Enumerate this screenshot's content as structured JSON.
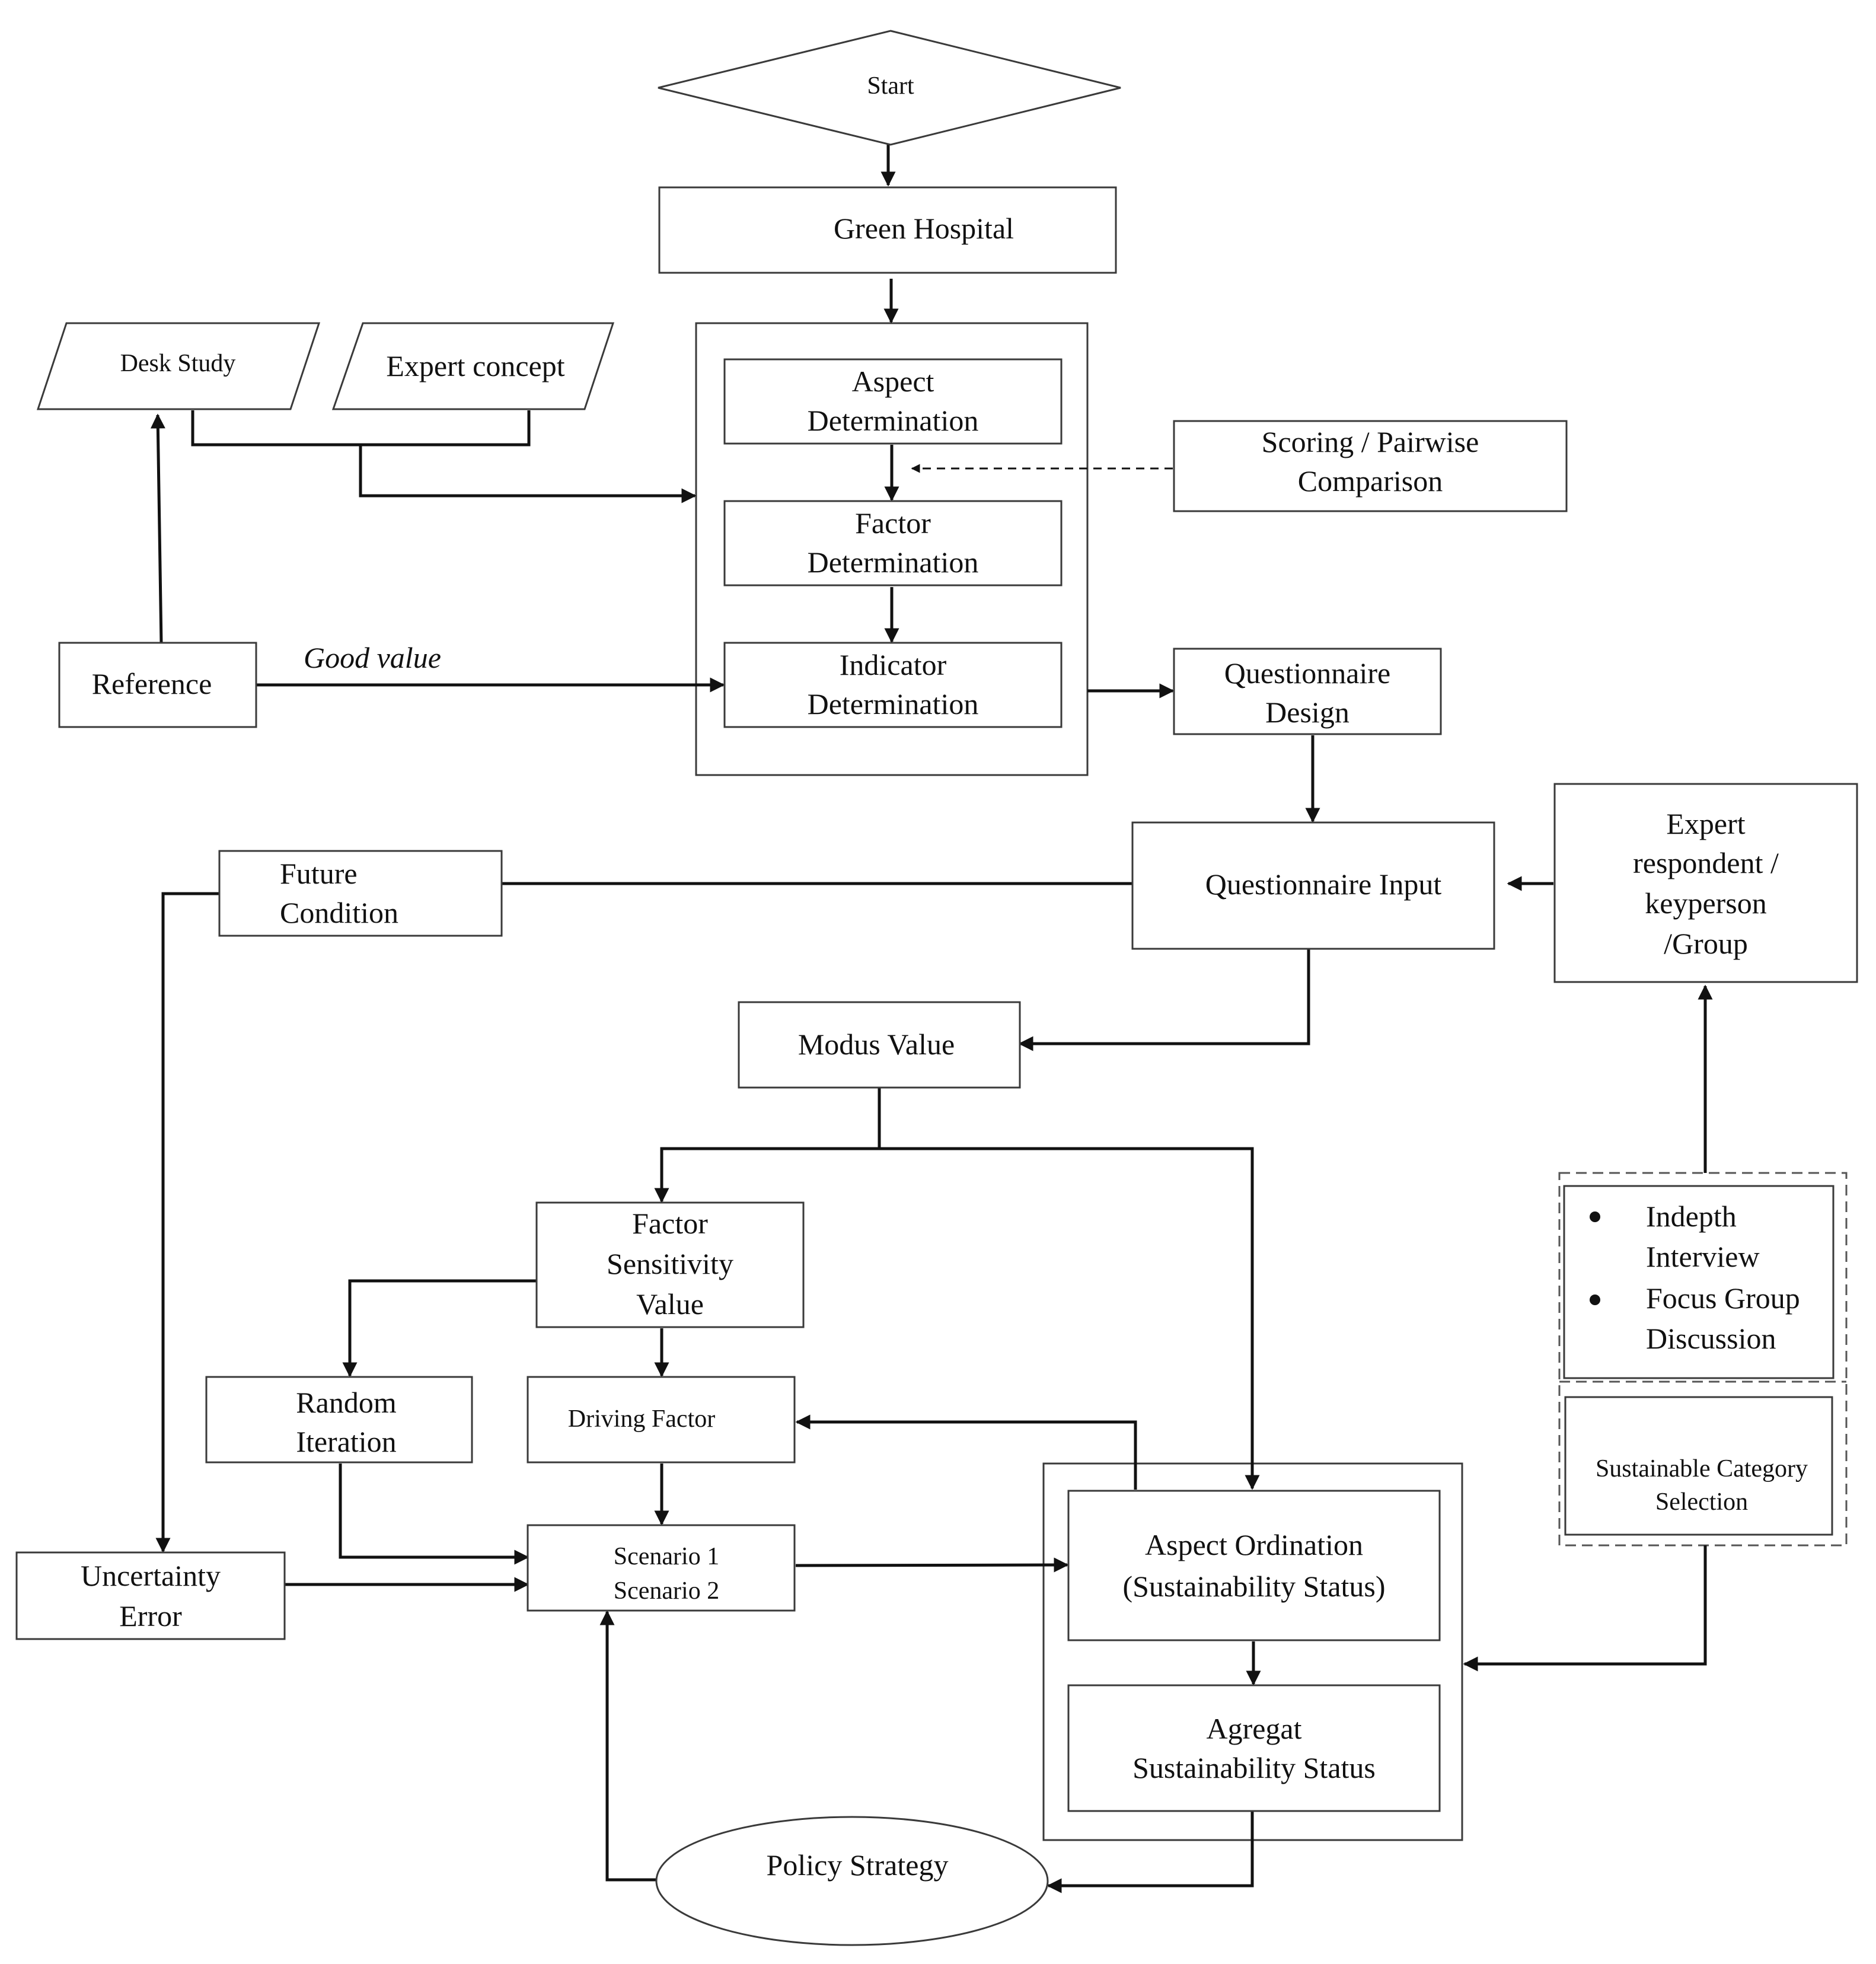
{
  "nodes": {
    "start": "Start",
    "green_hospital": "Green Hospital",
    "desk_study": "Desk Study",
    "expert_concept": "Expert concept",
    "aspect_det": [
      "Aspect",
      "Determination"
    ],
    "factor_det": [
      "Factor",
      "Determination"
    ],
    "indicator_det": [
      "Indicator",
      "Determination"
    ],
    "scoring": [
      "Scoring / Pairwise",
      "Comparison"
    ],
    "reference": "Reference",
    "questionnaire_design": [
      "Questionnaire",
      "Design"
    ],
    "questionnaire_input": "Questionnaire Input",
    "expert_respondent": [
      "Expert",
      "respondent /",
      "keyperson",
      "/Group"
    ],
    "future_condition": [
      "Future",
      "Condition"
    ],
    "modus_value": "Modus Value",
    "factor_sensitivity": [
      "Factor",
      "Sensitivity",
      "Value"
    ],
    "random_iteration": [
      "Random",
      "Iteration"
    ],
    "driving_factor": "Driving Factor",
    "scenarios": [
      "Scenario 1",
      "Scenario 2"
    ],
    "uncertainty_error": [
      "Uncertainty",
      "Error"
    ],
    "aspect_ordination": [
      "Aspect Ordination",
      "(Sustainability Status)"
    ],
    "agregat": [
      "Agregat",
      "Sustainability Status"
    ],
    "policy_strategy": "Policy Strategy",
    "methods": [
      "Indepth",
      "Interview",
      "Focus Group",
      "Discussion"
    ],
    "sustainable_selection": [
      "Sustainable Category",
      "Selection"
    ]
  },
  "edge_labels": {
    "good_value": "Good value"
  },
  "colors": {
    "stroke": "#3a3a3a",
    "arrow": "#111111",
    "text": "#111111"
  }
}
